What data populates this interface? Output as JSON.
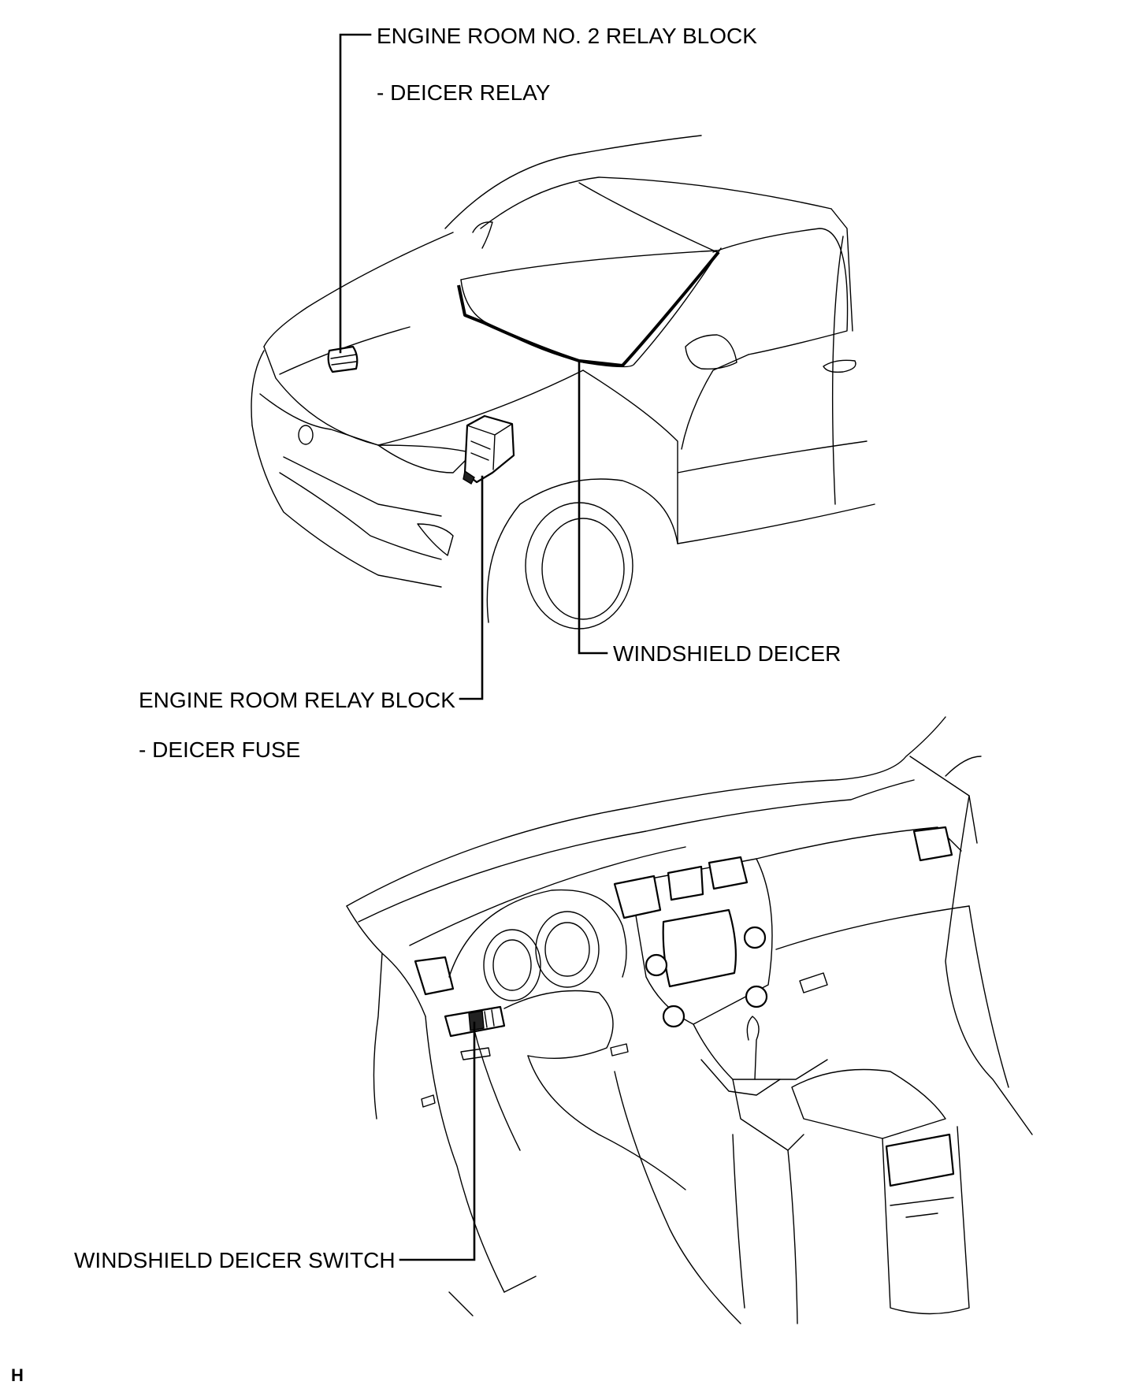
{
  "labels": {
    "engine_room_no2_relay_block": "ENGINE ROOM NO. 2 RELAY BLOCK",
    "deicer_relay": "- DEICER RELAY",
    "windshield_deicer": "WINDSHIELD DEICER",
    "engine_room_relay_block": "ENGINE ROOM RELAY BLOCK",
    "deicer_fuse": "- DEICER FUSE",
    "windshield_deicer_switch": "WINDSHIELD DEICER SWITCH"
  },
  "corner_mark": "H"
}
